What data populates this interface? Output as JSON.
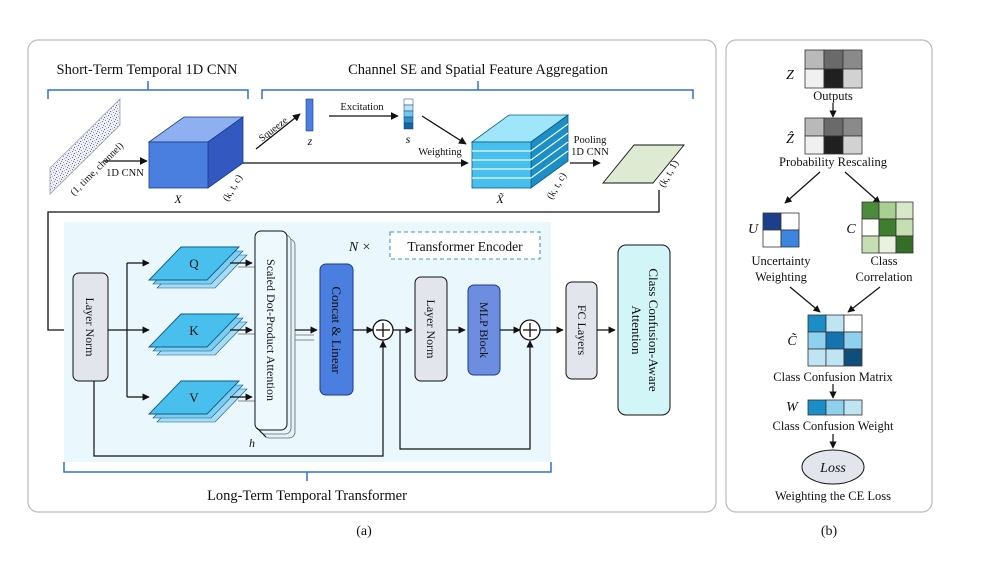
{
  "panel_a": {
    "caption": "(a)",
    "short_term_title": "Short-Term Temporal 1D CNN",
    "channel_se_title": "Channel SE and Spatial Feature Aggregation",
    "long_term_title": "Long-Term Temporal Transformer",
    "input_shape": "(1, time, channel)",
    "conv_label": "1D CNN",
    "x_label": "X",
    "x_shape": "(k, t, c)",
    "squeeze_label": "Squeeze",
    "z_label": "z",
    "excitation_label": "Excitation",
    "s_label": "s",
    "weighting_label": "Weighting",
    "xtilde_label": "X̃",
    "xtilde_shape": "(k, t, c)",
    "pooling_label": "Pooling",
    "pooling_conv_label": "1D CNN",
    "pooled_shape": "(k, t, 1)",
    "n_times": "N ×",
    "transformer_encoder": "Transformer Encoder",
    "layer_norm": "Layer Norm",
    "q_label": "Q",
    "k_label": "K",
    "v_label": "V",
    "h_label": "h",
    "sdpa_label": "Scaled Dot-Product Attention",
    "concat_label": "Concat & Linear",
    "layer_norm2": "Layer Norm",
    "mlp_label": "MLP Block",
    "fc_label": "FC Layers",
    "ccaa_line1": "Class Confusion-Aware",
    "ccaa_line2": "Attention"
  },
  "panel_b": {
    "caption": "(b)",
    "z_label": "Z",
    "outputs_label": "Outputs",
    "zhat_label": "Ẑ",
    "rescaling_label": "Probability Rescaling",
    "u_label": "U",
    "uncertainty_line1": "Uncertainty",
    "uncertainty_line2": "Weighting",
    "c_label": "C",
    "correlation_line1": "Class",
    "correlation_line2": "Correlation",
    "ctilde_label": "C̃",
    "confusion_matrix_label": "Class Confusion Matrix",
    "w_label": "W",
    "confusion_weight_label": "Class Confusion Weight",
    "loss_label": "Loss",
    "ce_label": "Weighting the CE Loss"
  },
  "colors": {
    "accent_blue": "#2f6fd6",
    "block_blue": "#4a7fe0",
    "layer_cyan": "#49bfee",
    "panel_bg": "#eaf7fd",
    "module_gray": "#e2e5ec",
    "module_cyan": "#d2f6f8",
    "green_light": "#dbe9d4"
  }
}
